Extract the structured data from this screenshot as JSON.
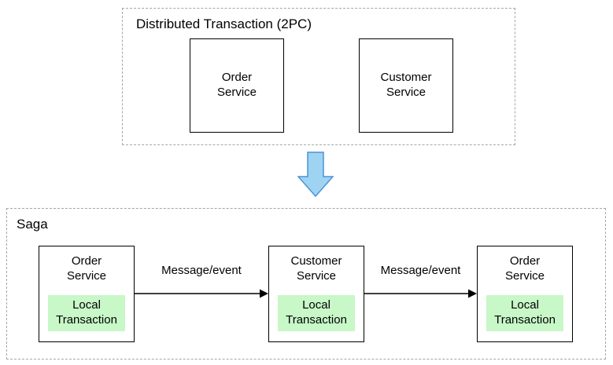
{
  "top": {
    "title": "Distributed Transaction (2PC)",
    "boxes": [
      {
        "label": "Order\nService"
      },
      {
        "label": "Customer\nService"
      }
    ]
  },
  "saga": {
    "title": "Saga",
    "boxes": [
      {
        "service": "Order\nService",
        "local": "Local\nTransaction"
      },
      {
        "service": "Customer\nService",
        "local": "Local\nTransaction"
      },
      {
        "service": "Order\nService",
        "local": "Local\nTransaction"
      }
    ],
    "arrows": [
      {
        "label": "Message/event"
      },
      {
        "label": "Message/event"
      }
    ]
  },
  "colors": {
    "local_fill": "#c8f7c8",
    "arrow_fill": "#9fd3f2",
    "arrow_stroke": "#4a93d6",
    "box_border": "#000000",
    "dashed_border": "#a6a6a6"
  }
}
